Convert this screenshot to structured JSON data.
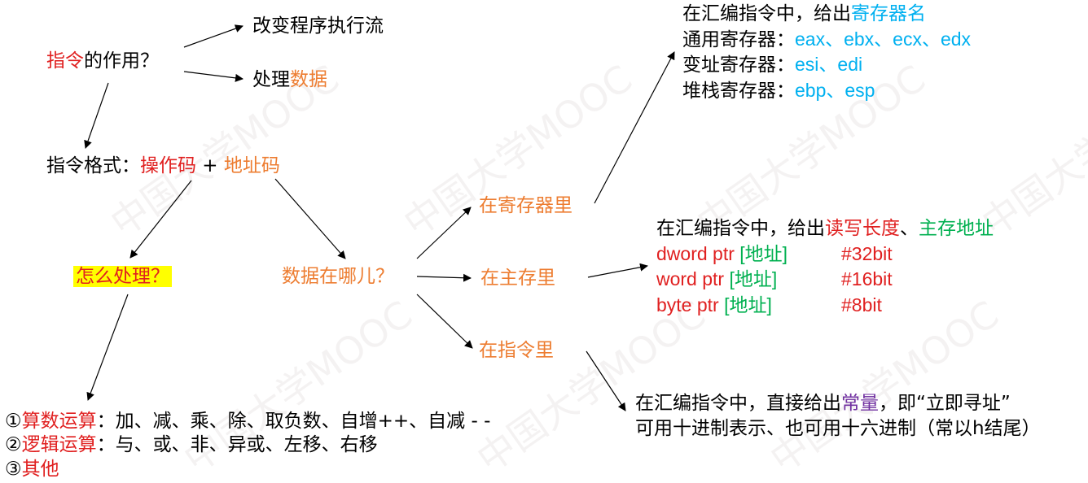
{
  "watermark": "中国大学MOOC",
  "q_role": {
    "part1": "指令",
    "part2": "的作用？"
  },
  "role_change_flow": "改变程序执行流",
  "role_process": {
    "part1": "处理",
    "part2": "数据"
  },
  "format": {
    "label": "指令格式：",
    "opcode": "操作码",
    "plus": " + ",
    "addr": "地址码"
  },
  "how": "怎么处理？",
  "where": "数据在哪儿？",
  "in_register": "在寄存器里",
  "in_memory": "在主存里",
  "in_instruction": "在指令里",
  "register_box": {
    "line1_a": "在汇编指令中，给出",
    "line1_b": "寄存器名",
    "general_label": "通用寄存器：",
    "general_regs": "eax、ebx、ecx、edx",
    "index_label": "变址寄存器：",
    "index_regs": "esi、edi",
    "stack_label": "堆栈寄存器：",
    "stack_regs": "ebp、esp"
  },
  "memory_box": {
    "line1_a": "在汇编指令中，给出",
    "line1_b": "读写长度",
    "line1_c": "、",
    "line1_d": "主存地址",
    "rows": [
      {
        "ptr": "dword ptr ",
        "addr": "[地址]",
        "comment": "#32bit"
      },
      {
        "ptr": "word ptr ",
        "addr": "[地址]",
        "comment": "#16bit"
      },
      {
        "ptr": "byte ptr ",
        "addr": "[地址]",
        "comment": "#8bit"
      }
    ]
  },
  "immediate_box": {
    "line1_a": "在汇编指令中，直接给出",
    "line1_b": "常量",
    "line1_c": "，即“立即寻址”",
    "line2": "可用十进制表示、也可用十六进制（常以h结尾）"
  },
  "ops": {
    "arith_num": "①",
    "arith_label": "算数运算",
    "arith_items": "：加、减、乘、除、取负数、自增++、自减 - -",
    "logic_num": "②",
    "logic_label": "逻辑运算",
    "logic_items": "：与、或、非、异或、左移、右移",
    "other_num": "③",
    "other_label": "其他"
  },
  "colors": {
    "red": "#e02020",
    "orange": "#ed7d31",
    "blue": "#00b0f0",
    "green": "#00b050",
    "purple": "#7030a0",
    "highlight": "#ffff00"
  }
}
